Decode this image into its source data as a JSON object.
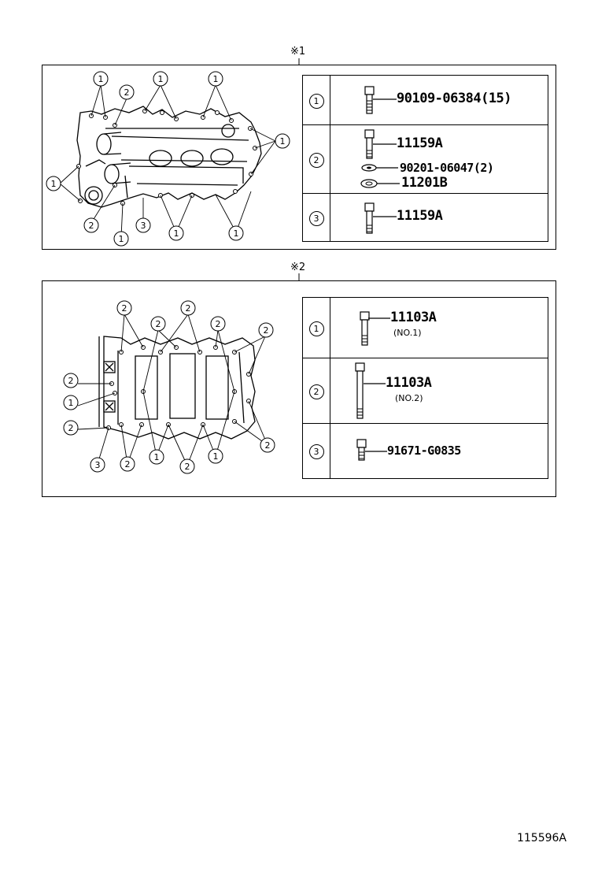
{
  "panels": [
    {
      "label": "※1",
      "rows": [
        {
          "num": "1",
          "parts": [
            {
              "text": "90109-06384(15)"
            }
          ]
        },
        {
          "num": "2",
          "parts": [
            {
              "text": "11159A"
            },
            {
              "text": "90201-06047(2)"
            },
            {
              "text": "11201B"
            }
          ]
        },
        {
          "num": "3",
          "parts": [
            {
              "text": "11159A"
            }
          ]
        }
      ]
    },
    {
      "label": "※2",
      "rows": [
        {
          "num": "1",
          "parts": [
            {
              "text": "11103A"
            }
          ],
          "note": "(NO.1)"
        },
        {
          "num": "2",
          "parts": [
            {
              "text": "11103A"
            }
          ],
          "note": "(NO.2)"
        },
        {
          "num": "3",
          "parts": [
            {
              "text": "91671-G0835"
            }
          ]
        }
      ]
    }
  ],
  "callouts_top": [
    "1",
    "2",
    "1",
    "1",
    "1",
    "1",
    "2",
    "1",
    "3",
    "1",
    "1"
  ],
  "callouts_bottom": [
    "2",
    "2",
    "2",
    "2",
    "2",
    "2",
    "1",
    "2",
    "3",
    "2",
    "1",
    "2",
    "1",
    "2"
  ],
  "footer_code": "115596A"
}
